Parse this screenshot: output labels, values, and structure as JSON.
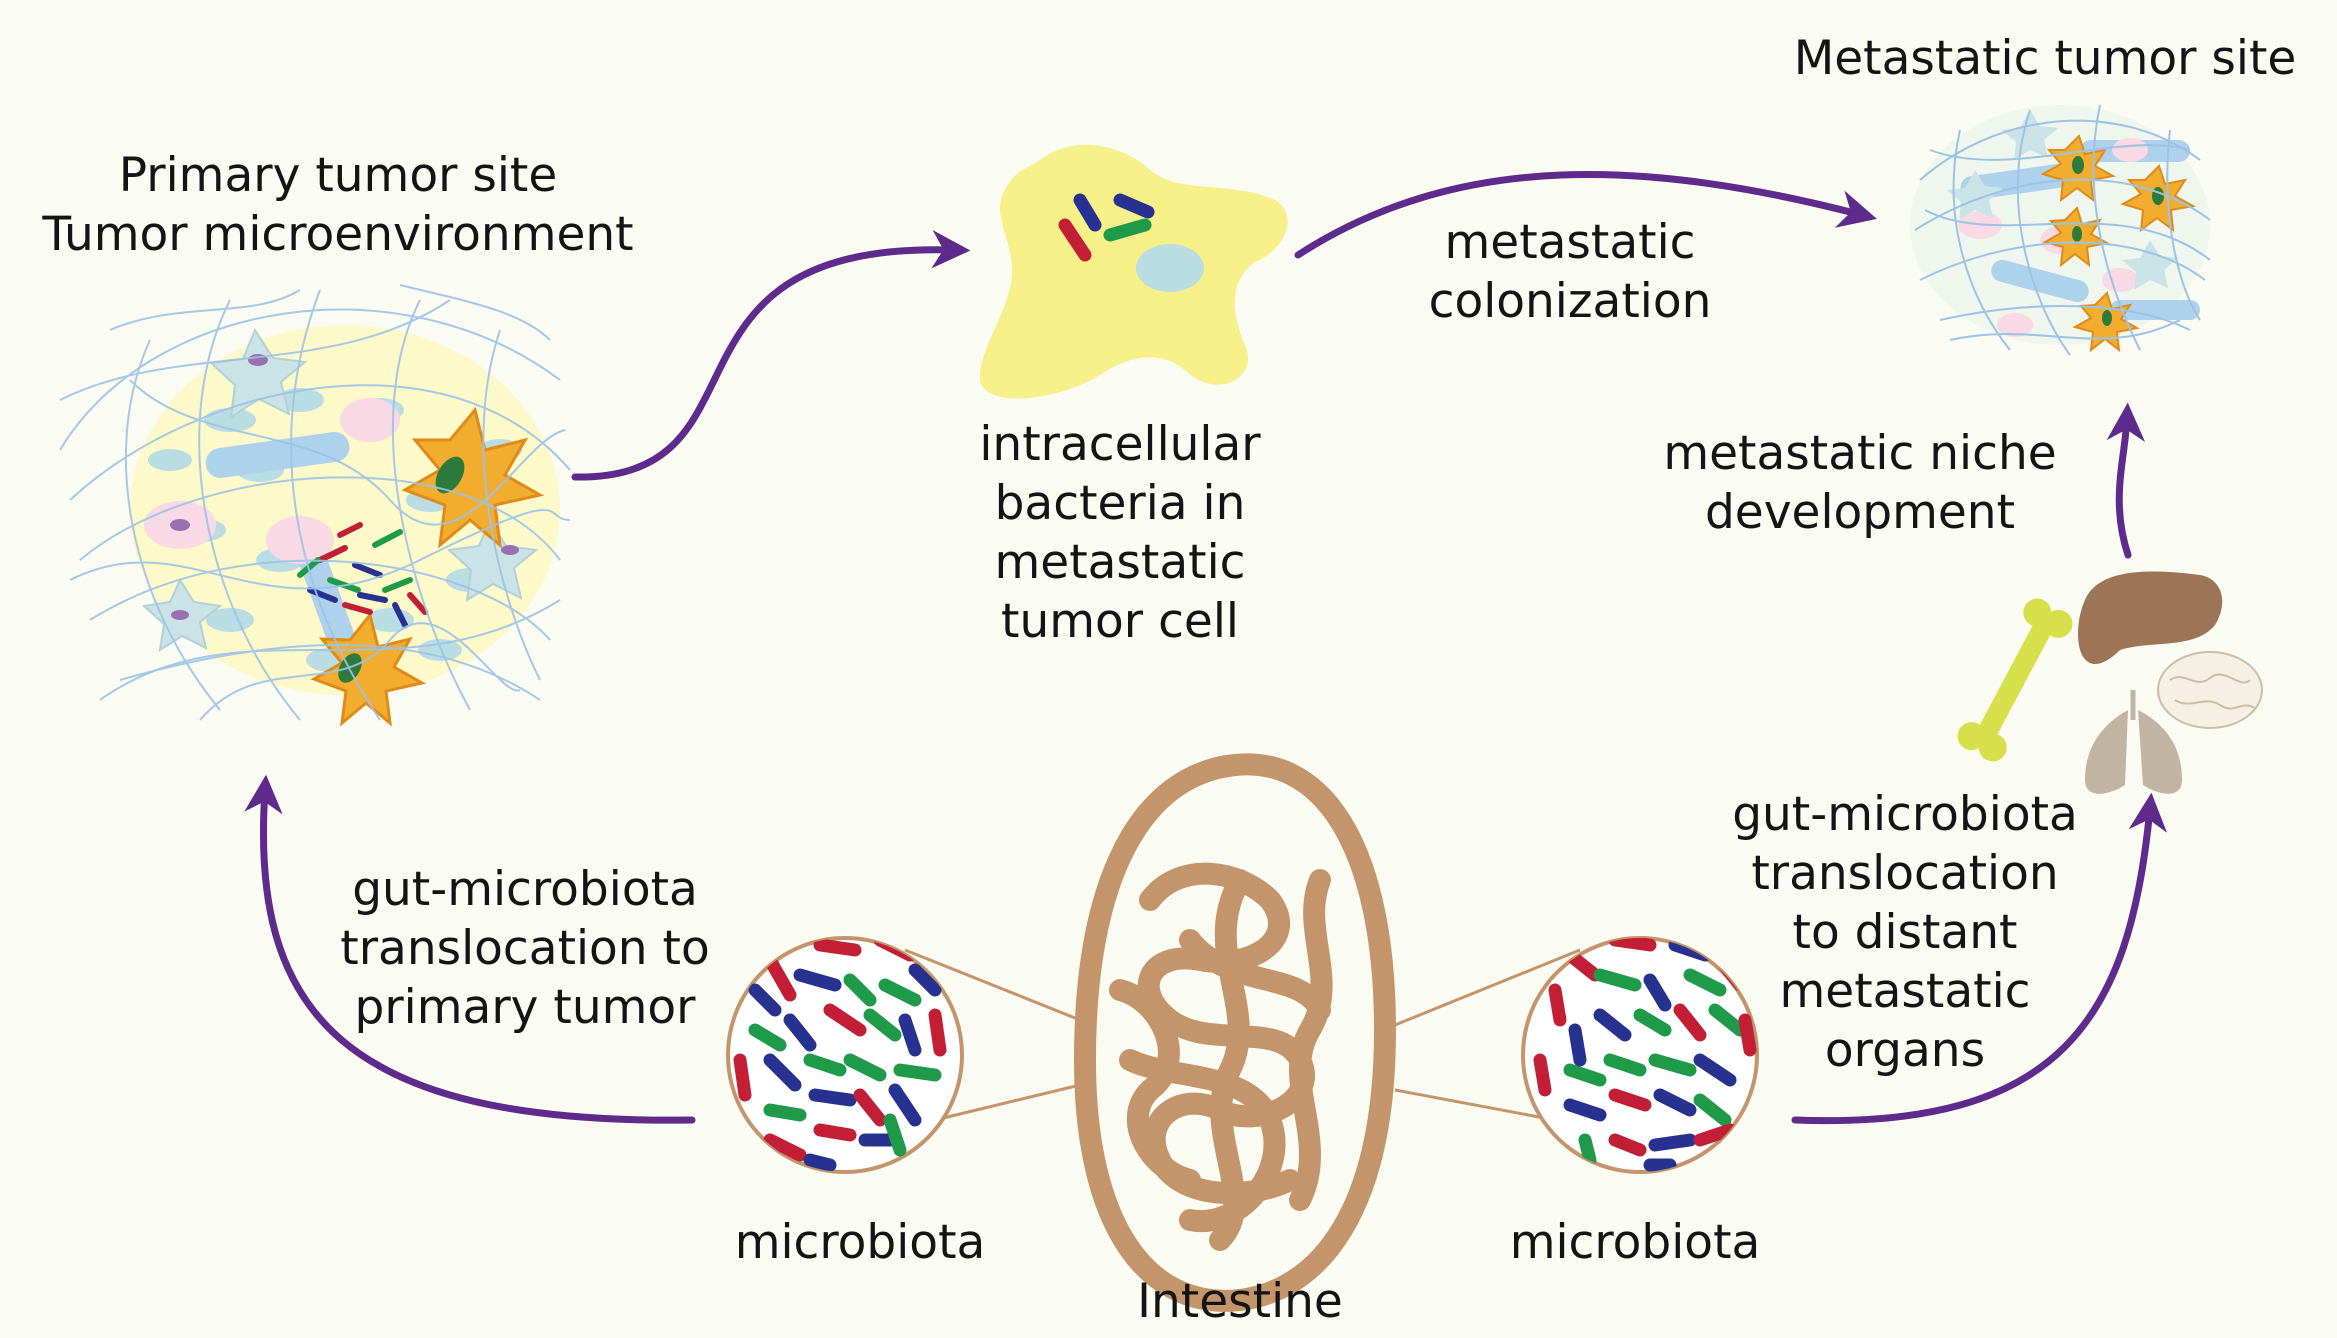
{
  "labels": {
    "primary_tumor": "Primary tumor site\nTumor microenvironment",
    "intracellular": "intracellular\nbacteria in\nmetastatic\ntumor cell",
    "colonization": "metastatic\ncolonization",
    "metastatic_site": "Metastatic tumor site",
    "niche": "metastatic niche\ndevelopment",
    "translocation_primary": "gut-microbiota\ntranslocation to\nprimary tumor",
    "translocation_distant": "gut-microbiota\ntranslocation\nto distant\nmetastatic\norgans",
    "microbiota_left": "microbiota",
    "microbiota_right": "microbiota",
    "intestine": "Intestine"
  },
  "colors": {
    "arrow": "#5e2a8c",
    "tumor_cell": "#f7f088",
    "intestine": "#c4956a",
    "fibers": "#9cc3e6",
    "bact_red": "#c21f36",
    "bact_blue": "#27318f",
    "bact_green": "#1f9a48",
    "bone": "#d5e04a",
    "liver": "#9c7456",
    "lung": "#c2b4a3",
    "brain": "#f5f0e2"
  }
}
